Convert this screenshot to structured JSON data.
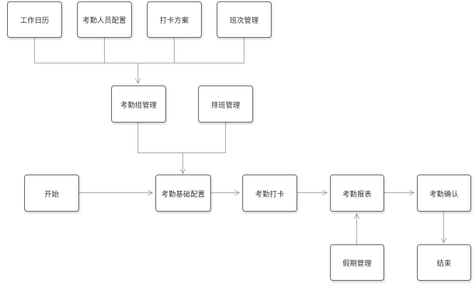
{
  "nodes": {
    "work_calendar": "工作日历",
    "attendance_staff_config": "考勤人员配置",
    "clock_in_plan": "打卡方案",
    "shift_management": "班次管理",
    "attendance_group_management": "考勤组管理",
    "scheduling_management": "排班管理",
    "start": "开始",
    "attendance_basic_config": "考勤基础配置",
    "attendance_clock_in": "考勤打卡",
    "attendance_report": "考勤报表",
    "attendance_confirm": "考勤确认",
    "leave_management": "假期管理",
    "end": "结束"
  },
  "colors": {
    "node_border": "#5f5f5f",
    "connector": "#a6a6a6",
    "text": "#333333"
  }
}
